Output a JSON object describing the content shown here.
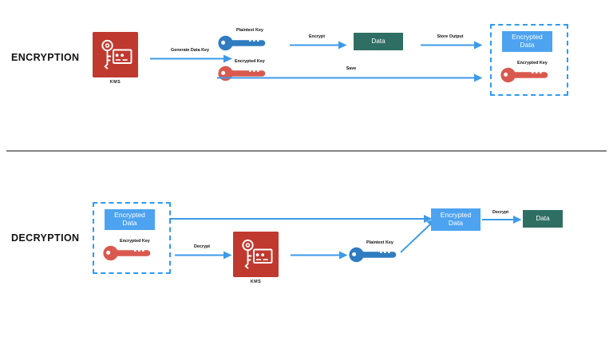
{
  "diagram": {
    "title_encryption": "ENCRYPTION",
    "title_decryption": "DECRYPTION",
    "colors": {
      "kms_red": "#c0392f",
      "key_blue": "#2f7cc0",
      "key_red": "#d9594e",
      "arrow_blue": "#3d9ae8",
      "box_blue": "#4da3f0",
      "box_teal": "#2f6f63",
      "dashed_blue": "#2f9bf0",
      "divider_gray": "#6f6f6f",
      "text_black": "#111111",
      "icon_white": "#ffffff"
    },
    "icons": {
      "kms": "kms-key-card-icon",
      "plaintext_key": "key-icon",
      "encrypted_key": "key-icon",
      "arrow": "arrow-right-icon",
      "arrow_diagonal": "arrow-up-right-icon"
    }
  },
  "encryption": {
    "label": "ENCRYPTION",
    "kms_caption": "KMS",
    "arrows": [
      {
        "label": "Generate Data Key"
      },
      {
        "label": "Encrypt"
      },
      {
        "label": "Store Output"
      },
      {
        "label": "Save"
      }
    ],
    "keys": [
      {
        "name": "plaintext-key",
        "label": "Plaintext Key",
        "color": "#2f7cc0"
      },
      {
        "name": "encrypted-key",
        "label": "Encrypted Key",
        "color": "#d9594e"
      }
    ],
    "data_box": "Data",
    "output_group": {
      "encrypted_data_box": "Encrypted\nData",
      "encrypted_data_line1": "Encrypted",
      "encrypted_data_line2": "Data",
      "encrypted_key_label": "Encrypted Key"
    }
  },
  "decryption": {
    "label": "DECRYPTION",
    "kms_caption": "KMS",
    "input_group": {
      "encrypted_data_line1": "Encrypted",
      "encrypted_data_line2": "Data",
      "encrypted_key_label": "Encrypted Key"
    },
    "arrows": [
      {
        "label": "Decrypt"
      },
      {
        "label": ""
      },
      {
        "label": ""
      },
      {
        "label": ""
      },
      {
        "label": "Decrypt"
      }
    ],
    "plaintext_key_label": "Plaintext Key",
    "encrypted_data_line1": "Encrypted",
    "encrypted_data_line2": "Data",
    "data_box": "Data"
  }
}
